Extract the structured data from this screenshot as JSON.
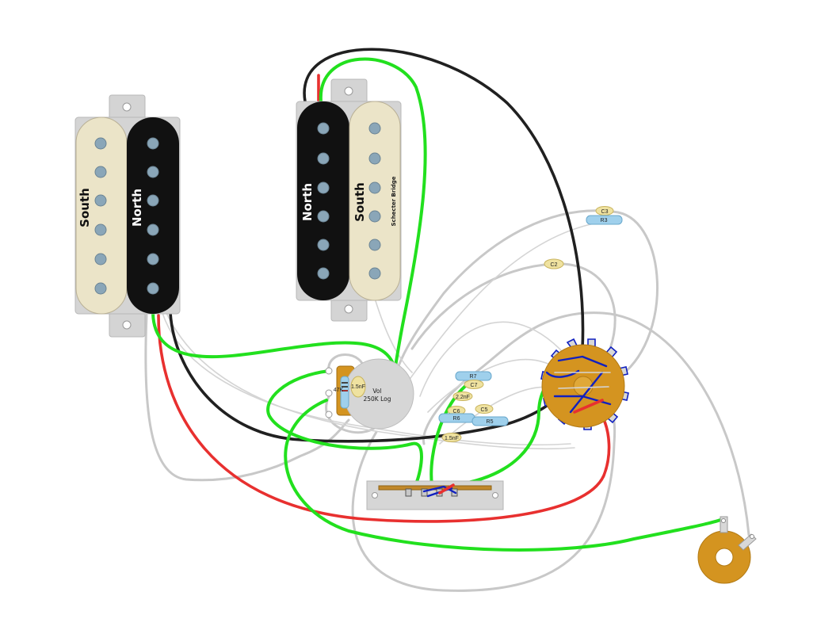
{
  "neck_pickup": {
    "coil_left_label": "South",
    "coil_right_label": "North"
  },
  "bridge_pickup": {
    "coil_left_label": "North",
    "coil_right_label": "South",
    "model_label": "Schecter Bridge"
  },
  "volume_pot": {
    "label_line1": "Vol",
    "label_line2": "250K Log",
    "cap_label": "1.5nF",
    "resistor_label": "47K"
  },
  "components": {
    "c3": "C3",
    "r3": "R3",
    "c2": "C2",
    "r7": "R7",
    "c7": "C7",
    "cap_2_2nf": "2.2nF",
    "c6": "C6",
    "c5": "C5",
    "r6": "R6",
    "r5": "R5",
    "cap_1_5nf": "1.5nF"
  },
  "colors": {
    "cream": "#ebe4c8",
    "black": "#111111",
    "baseplate": "#d4d4d4",
    "pole": "#8aa6b8",
    "brass": "#d49420",
    "wire_green": "#22e01e",
    "wire_red": "#e8302f",
    "wire_black": "#202020",
    "wire_grey": "#c8c8c8",
    "jumper_blue": "#1020c0",
    "resistor": "#9fd0ec",
    "capacitor": "#efe2a0"
  }
}
